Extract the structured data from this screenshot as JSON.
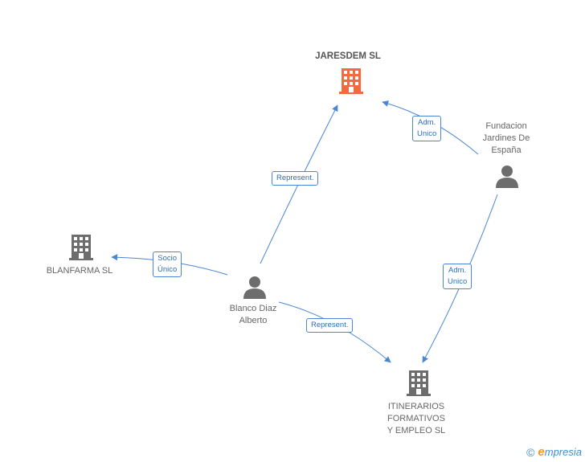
{
  "colors": {
    "edge": "#4a86d4",
    "company_main": "#f26a3d",
    "company": "#6d6d6d",
    "person": "#6d6d6d"
  },
  "nodes": {
    "jaresdem": {
      "label": "JARESDEM SL",
      "icon": "building-icon"
    },
    "fundacion": {
      "label": "Fundacion\nJardines De\nEspaña",
      "icon": "person-icon"
    },
    "blanfarma": {
      "label": "BLANFARMA SL",
      "icon": "building-icon"
    },
    "blanco": {
      "label": "Blanco Diaz\nAlberto",
      "icon": "person-icon"
    },
    "itinerarios": {
      "label": "ITINERARIOS\nFORMATIVOS\nY EMPLEO SL",
      "icon": "building-icon"
    }
  },
  "edges": {
    "fundacion_jaresdem": {
      "label": "Adm.\nUnico"
    },
    "blanco_jaresdem": {
      "label": "Represent."
    },
    "blanco_blanfarma": {
      "label": "Socio\nÚnico"
    },
    "fundacion_itinerarios": {
      "label": "Adm.\nUnico"
    },
    "blanco_itinerarios": {
      "label": "Represent."
    }
  },
  "footer": {
    "copyright_symbol": "©",
    "brand_first": "e",
    "brand_rest": "mpresia"
  }
}
